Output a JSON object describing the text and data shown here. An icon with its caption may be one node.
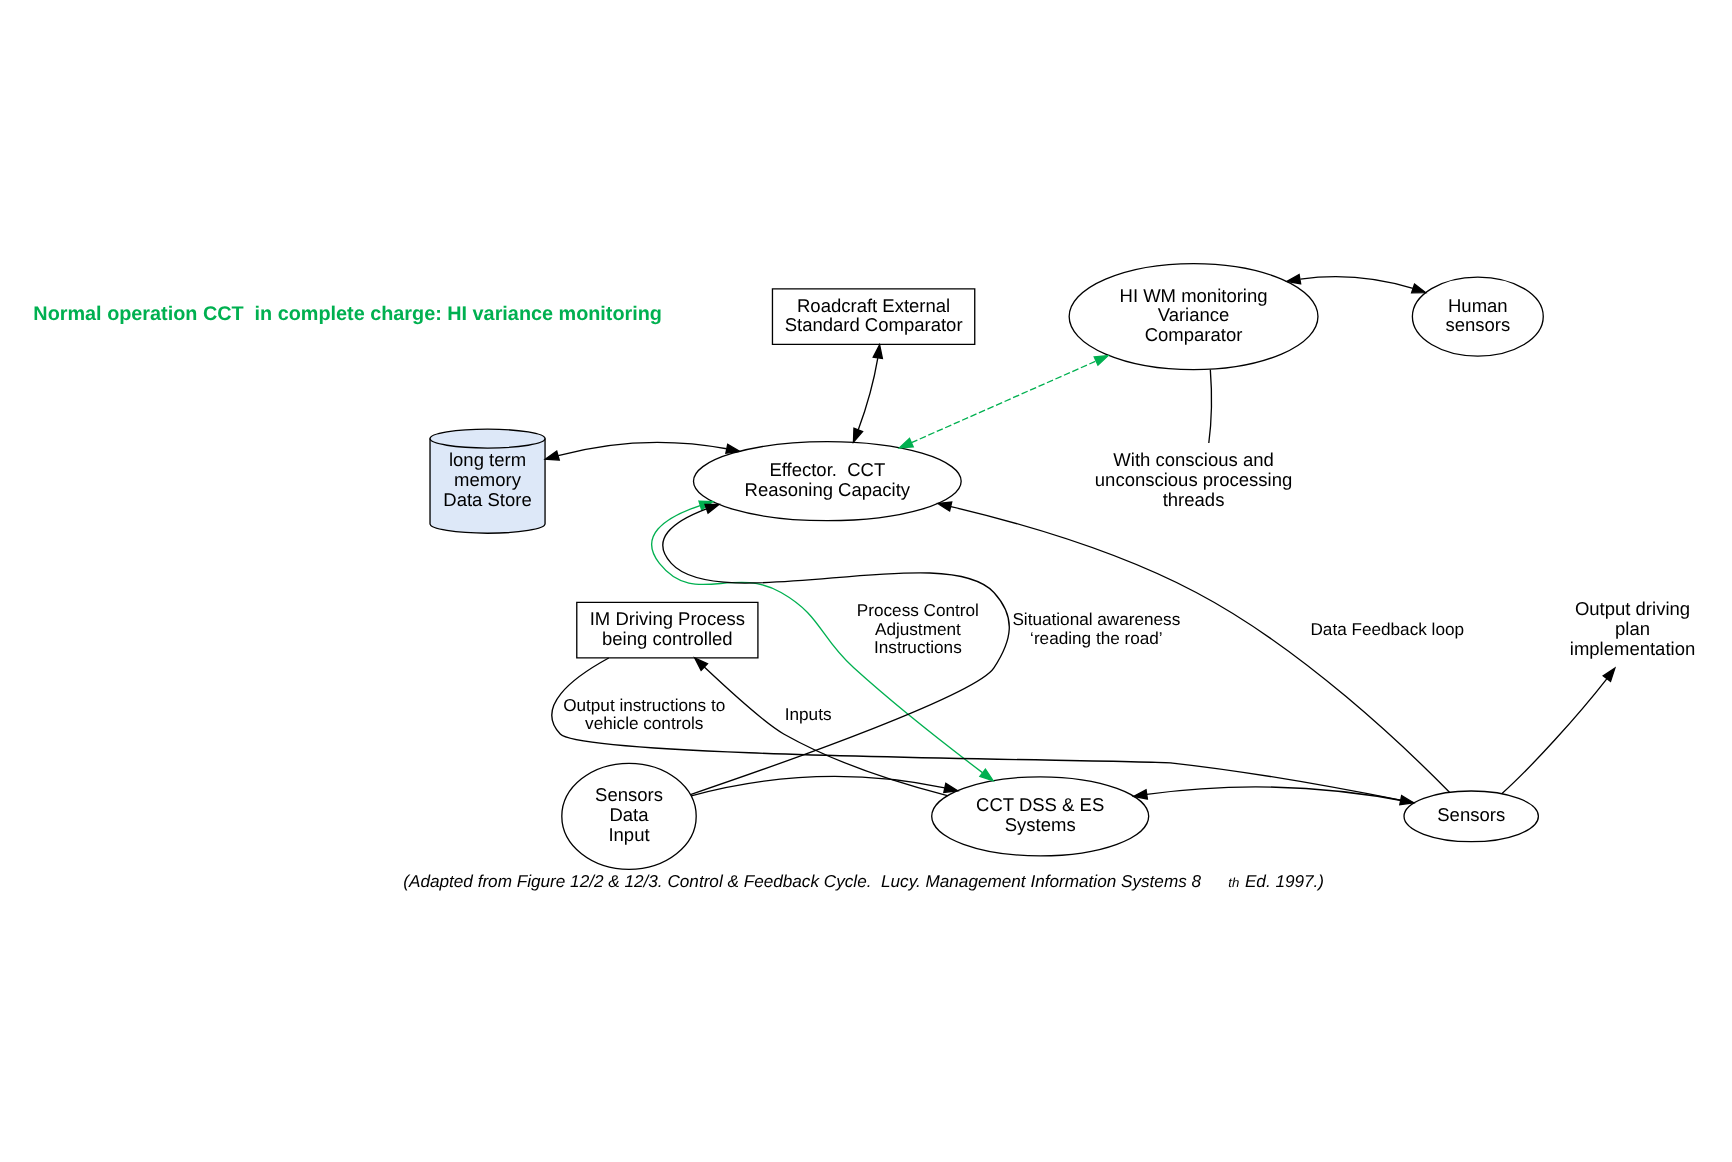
{
  "diagram": {
    "caption": "(Adapted from Figure 12/2 & 12/3. Control & Feedback Cycle.  Lucy. Management Information Systems 8$^{th}$ Ed. 1997.)",
    "nodes": [
      {
        "text": [
          "Roadcraft External Standard Comparator"
        ]
      },
      {
        "text": [
          "HI WM monitoring Variance Comparator"
        ]
      },
      {
        "text": [
          "Human sensors"
        ]
      },
      {
        "text": [
          "long term memory Data Store"
        ]
      },
      {
        "text": [
          "Effector.  CCT Reasoning Capacity"
        ]
      },
      {
        "text": [
          "IM Driving Process being controlled"
        ]
      },
      {
        "text": [
          "Output driving plan implementation"
        ]
      },
      {
        "text": [
          "Sensors Data Input"
        ]
      },
      {
        "text": [
          "CCT DSS & ES Systems"
        ]
      },
      {
        "text": [
          "Sensors"
        ]
      },
      {
        "text": [
          "With conscious and unconscious processing threads"
        ]
      }
    ],
    "edges": [
      {
        "from": 0,
        "to": 4,
        "arrow": "both"
      },
      {
        "from": 4,
        "to": 1,
        "arrow": "both",
        "style": "dashed",
        "color": "#00b050"
      },
      {
        "from": 1,
        "to": 2,
        "arrow": "both"
      },
      {
        "from": 3,
        "to": 4,
        "arrow": "both"
      },
      {
        "from": 7,
        "to": 4,
        "arrow": "to",
        "label": "Situational awareness ‘reading the road’"
      },
      {
        "from": 7,
        "to": 8,
        "arrow": "to"
      },
      {
        "from": 4,
        "to": 8,
        "arrow": "both",
        "color": "#00b050",
        "label": "Process Control Adjustment Instructions"
      },
      {
        "from": 8,
        "to": 5,
        "arrow": "to",
        "label": "Inputs"
      },
      {
        "from": 5,
        "to": 9,
        "arrow": "to",
        "label": "Output instructions to vehicle controls"
      },
      {
        "from": 9,
        "to": 4,
        "arrow": "to",
        "label": "Data Feedback loop"
      },
      {
        "from": 9,
        "to": 6,
        "arrow": "to"
      },
      {
        "from": 9,
        "to": 8,
        "arrow": "to"
      },
      {
        "from": 10,
        "to": 1,
        "arrow": "none"
      }
    ],
    "labels": [
      "Normal operation CCT  in complete charge: HI variance monitoring"
    ]
  }
}
